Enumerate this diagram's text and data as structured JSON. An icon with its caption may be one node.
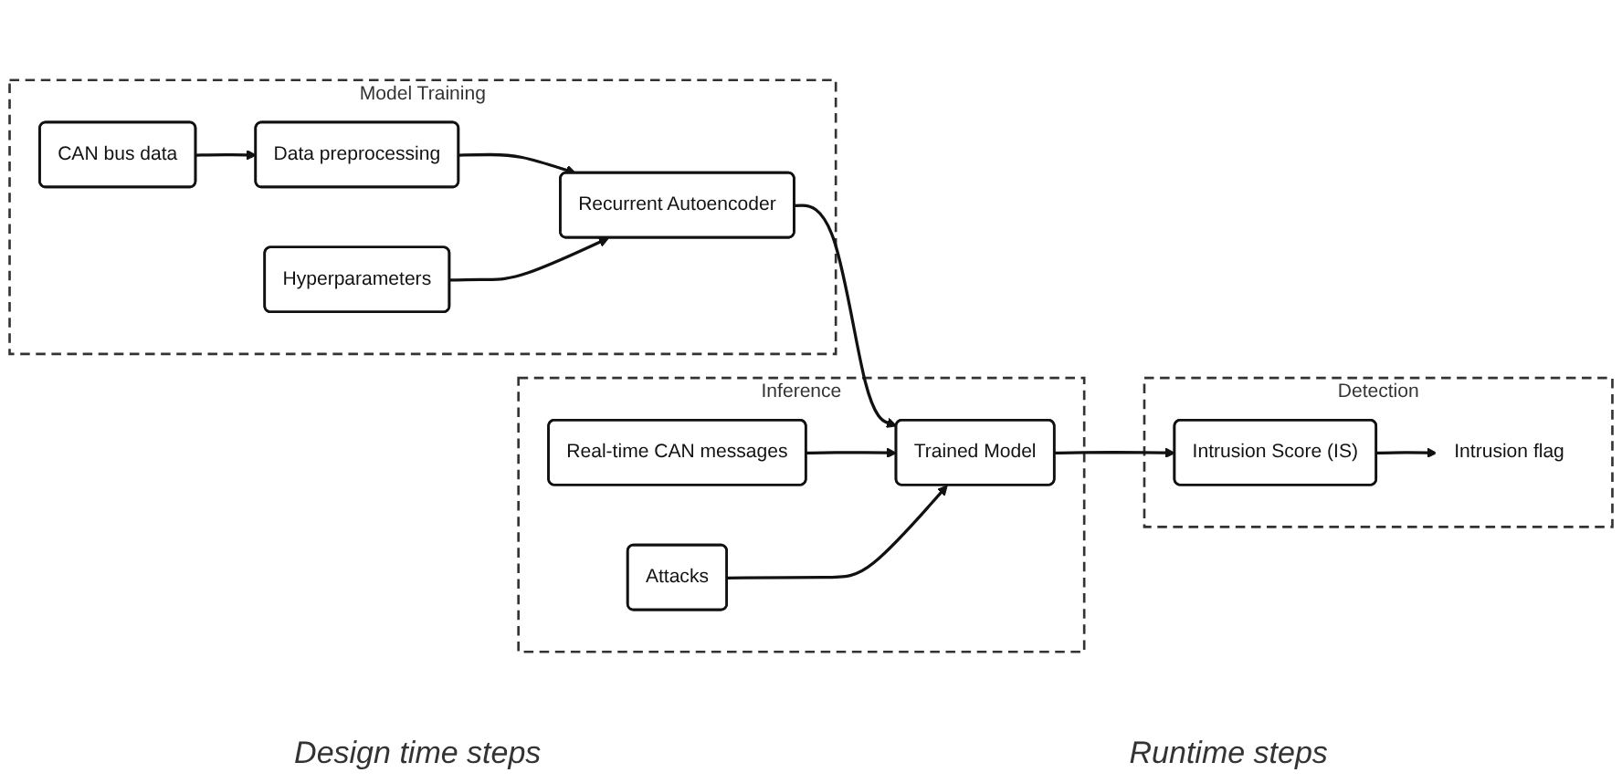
{
  "diagram": {
    "nodes": [
      {
        "text": [
          "Model Training"
        ]
      },
      {
        "text": [
          "Data preprocessing"
        ],
        "in": 0
      },
      {
        "text": [
          "CAN bus data"
        ],
        "in": 0
      },
      {
        "text": [
          "Recurrent Autoencoder"
        ],
        "in": 0
      },
      {
        "text": [
          "Hyperparameters"
        ],
        "in": 0
      },
      {
        "text": [
          "Inference"
        ]
      },
      {
        "text": [
          "Trained Model"
        ],
        "in": 5
      },
      {
        "text": [
          "Real-time CAN messages"
        ],
        "in": 5
      },
      {
        "text": [
          "Attacks"
        ],
        "in": 5
      },
      {
        "text": [
          "Detection"
        ]
      },
      {
        "text": [
          "Intrusion Score (IS)"
        ],
        "in": 9
      },
      {
        "text": [
          "Intrusion flag"
        ],
        "in": 9
      }
    ],
    "edges": [
      {
        "from": 2,
        "to": 1,
        "arrow": "to"
      },
      {
        "from": 1,
        "to": 3,
        "arrow": "to"
      },
      {
        "from": 4,
        "to": 3,
        "arrow": "to"
      },
      {
        "from": 3,
        "to": 6,
        "arrow": "to"
      },
      {
        "from": 7,
        "to": 6,
        "arrow": "to"
      },
      {
        "from": 8,
        "to": 6,
        "arrow": "to"
      },
      {
        "from": 6,
        "to": 10,
        "arrow": "to"
      },
      {
        "from": 10,
        "to": 11,
        "arrow": "to"
      }
    ],
    "labels": [
      "Design time steps",
      "Runtime steps"
    ]
  }
}
